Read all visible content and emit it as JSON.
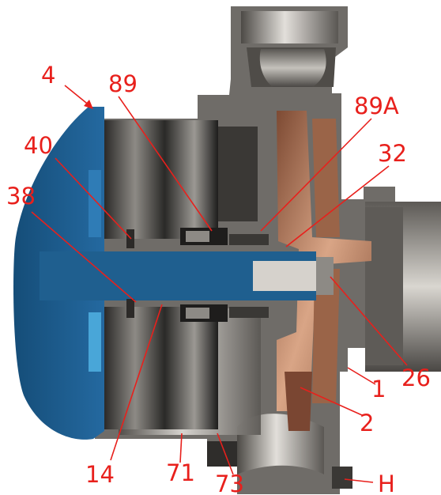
{
  "diagram": {
    "callouts": [
      {
        "id": "4",
        "label": "4"
      },
      {
        "id": "89",
        "label": "89"
      },
      {
        "id": "89A",
        "label": "89A"
      },
      {
        "id": "40",
        "label": "40"
      },
      {
        "id": "32",
        "label": "32"
      },
      {
        "id": "38",
        "label": "38"
      },
      {
        "id": "26",
        "label": "26"
      },
      {
        "id": "1",
        "label": "1"
      },
      {
        "id": "2",
        "label": "2"
      },
      {
        "id": "14",
        "label": "14"
      },
      {
        "id": "71",
        "label": "71"
      },
      {
        "id": "73",
        "label": "73"
      },
      {
        "id": "H",
        "label": "H"
      }
    ]
  },
  "colors": {
    "label_red": "#e8201c",
    "motor_blue": "#1f5f8f",
    "casting_gray": "#6f6c68",
    "dark_metal": "#2c2a28",
    "impeller_copper": "#b5785a",
    "background": "#ffffff"
  }
}
